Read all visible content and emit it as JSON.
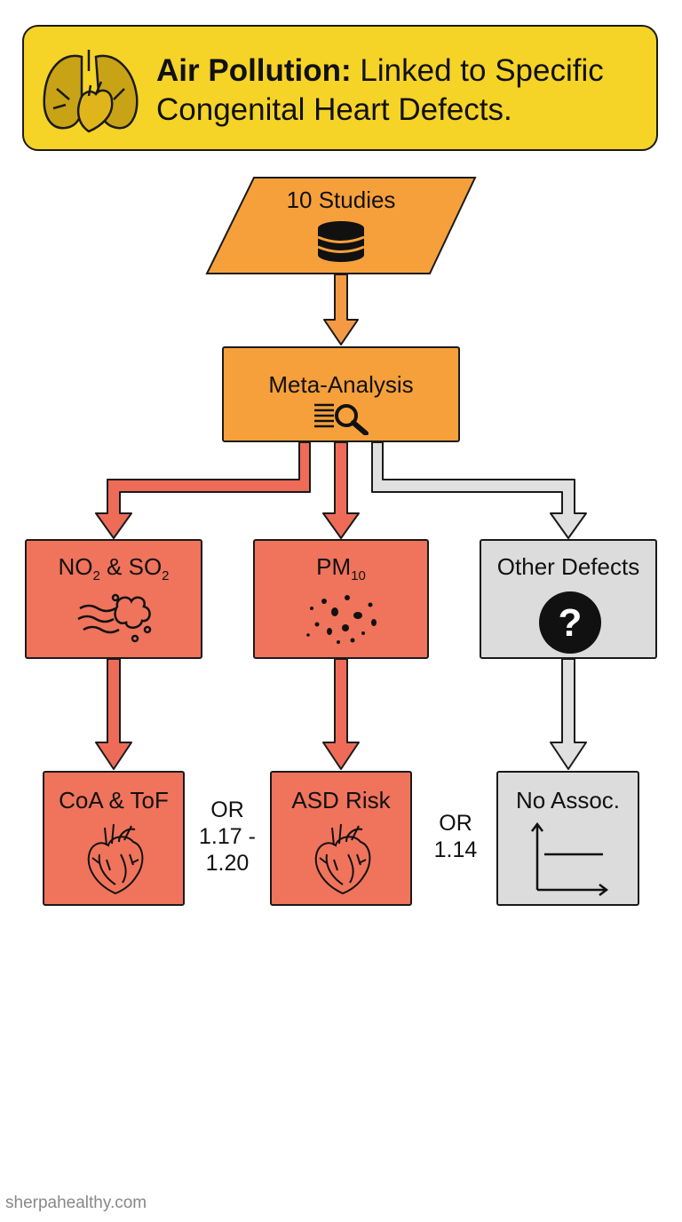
{
  "banner": {
    "title_bold": "Air Pollution:",
    "title_rest": " Linked to Specific Congenital Heart Defects.",
    "icon": "lungs-heart-icon"
  },
  "nodes": {
    "studies": {
      "label": "10 Studies",
      "icon": "database-icon"
    },
    "meta": {
      "label": "Meta-Analysis",
      "icon": "magnifier-list-icon"
    },
    "no2so2": {
      "label_a": "NO",
      "sub_a": "2",
      "label_mid": " & SO",
      "sub_b": "2",
      "icon": "gas-cloud-icon"
    },
    "pm10": {
      "label": "PM",
      "sub": "10",
      "icon": "particles-icon"
    },
    "other": {
      "label": "Other Defects",
      "icon": "question-icon"
    },
    "coa": {
      "label": "CoA & ToF",
      "icon": "heart-anatomy-icon"
    },
    "asd": {
      "label": "ASD Risk",
      "icon": "heart-anatomy-icon"
    },
    "noassoc": {
      "label": "No Assoc.",
      "icon": "flat-line-chart-icon"
    }
  },
  "or_labels": {
    "left": {
      "l1": "OR",
      "l2": "1.17 -",
      "l3": "1.20"
    },
    "right": {
      "l1": "OR",
      "l2": "1.14"
    }
  },
  "colors": {
    "banner": "#f5d327",
    "orange": "#f6a03c",
    "red": "#f0735c",
    "gray": "#dcdcdc",
    "arrow_orange": "#f49a45",
    "arrow_red": "#ee6c57"
  },
  "watermark": "sherpahealthy.com"
}
